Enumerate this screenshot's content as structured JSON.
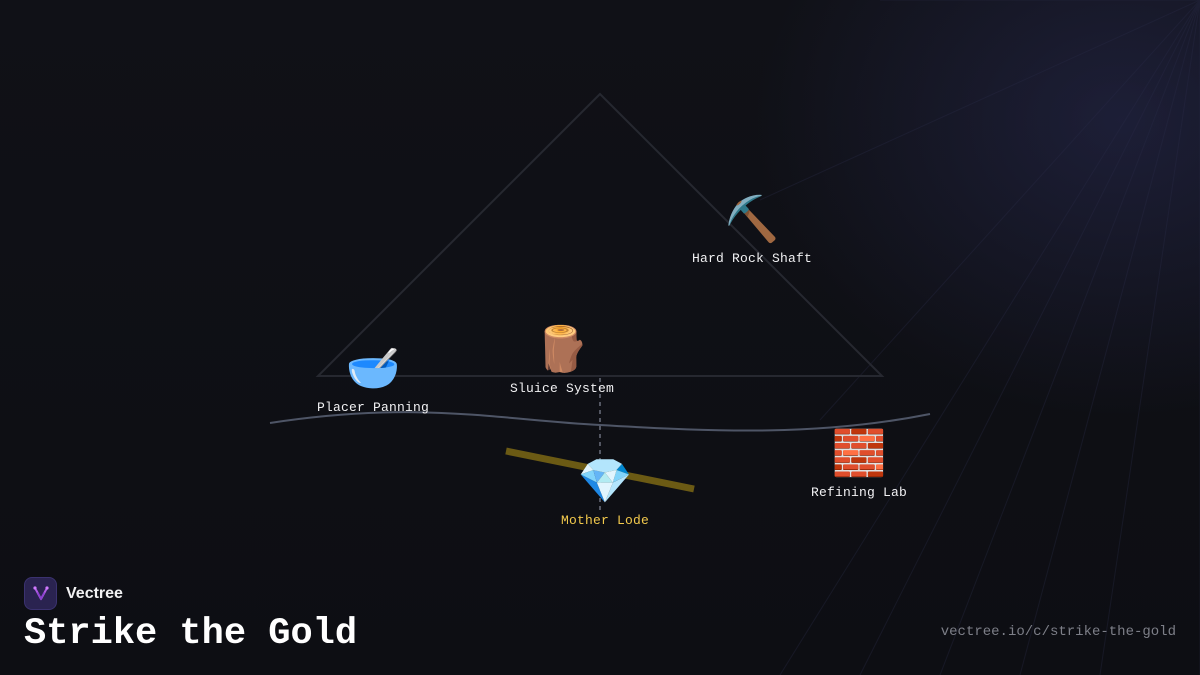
{
  "title": "Strike the Gold",
  "brand": {
    "name": "Vectree",
    "logo_icon": "vectree-logo-icon"
  },
  "url": "vectree.io/c/strike-the-gold",
  "nodes": {
    "hard_rock": {
      "label": "Hard Rock Shaft",
      "emoji": "⛏️",
      "icon": "pickaxe-icon"
    },
    "placer": {
      "label": "Placer Panning",
      "emoji": "🥣",
      "icon": "bowl-icon"
    },
    "sluice": {
      "label": "Sluice System",
      "emoji": "🪵",
      "icon": "wood-log-icon"
    },
    "mother_lode": {
      "label": "Mother Lode",
      "emoji": "💎",
      "icon": "gem-icon"
    },
    "refining": {
      "label": "Refining Lab",
      "emoji": "🧱",
      "icon": "brick-icon"
    }
  },
  "colors": {
    "background": "#0e0f14",
    "accent_gold": "#f2c94c",
    "vein": "#6b5a14",
    "triangle_stroke": "#262830",
    "curve_stroke": "#4e5566"
  }
}
